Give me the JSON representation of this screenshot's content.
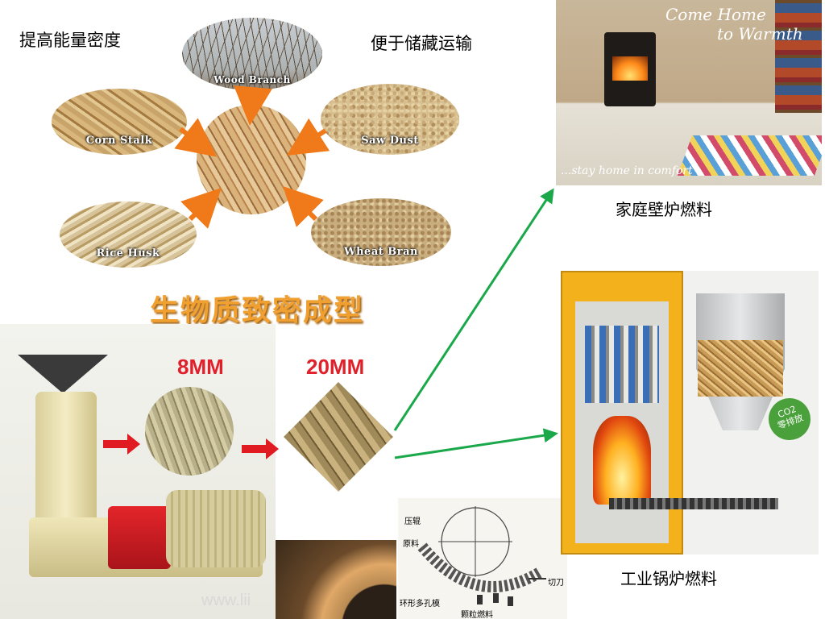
{
  "top_left_caption": "提高能量密度",
  "top_center_caption": "便于储藏运输",
  "materials": {
    "wood_branch": "Wood Branch",
    "corn_stalk": "Corn Stalk",
    "saw_dust": "Saw Dust",
    "rice_husk": "Rice Husk",
    "wheat_bran": "Wheat Bran"
  },
  "main_title": "生物质致密成型",
  "size_small": "8MM",
  "size_large": "20MM",
  "home_caption": "家庭壁炉燃料",
  "industry_caption": "工业锅炉燃料",
  "photo_overlay": {
    "line1": "Come Home",
    "line2": "to Warmth",
    "tagline": "...stay home in comfort"
  },
  "schematic_labels": {
    "roller": "压辊",
    "material": "原料",
    "ring_die": "环形多孔模",
    "pellet_fuel": "颗粒燃料",
    "cutter": "切刀"
  },
  "co2_badge": {
    "line1": "CO2",
    "line2": "零排放"
  },
  "watermark": "www.lii",
  "colors": {
    "title": "#f0a030",
    "size_label": "#e0202a",
    "green_arrow": "#1aa84a",
    "red_arrow": "#e01b22"
  }
}
